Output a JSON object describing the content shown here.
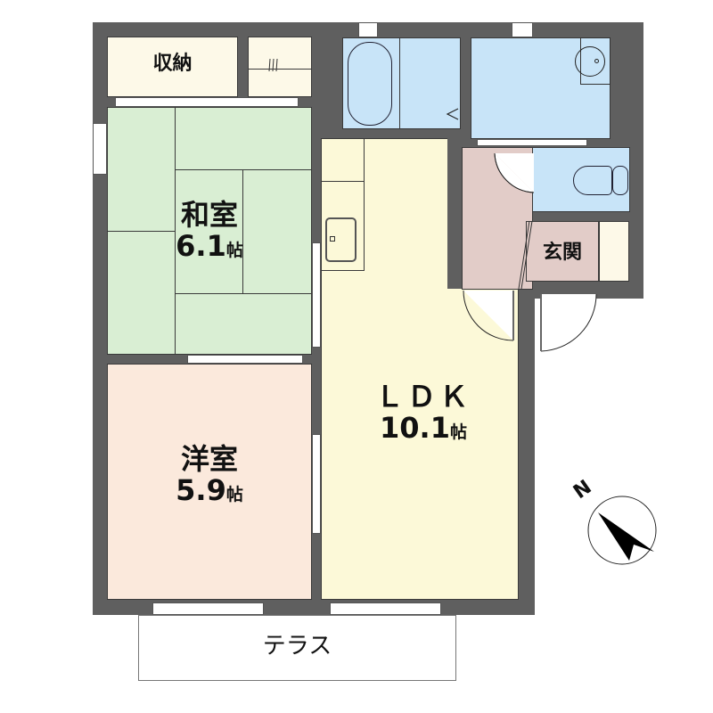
{
  "floorplan": {
    "rooms": {
      "storage": {
        "label": "収納"
      },
      "washitsu": {
        "name": "和室",
        "size": "6.1",
        "unit": "帖"
      },
      "youshitsu": {
        "name": "洋室",
        "size": "5.9",
        "unit": "帖"
      },
      "ldk": {
        "name": "ＬＤＫ",
        "size": "10.1",
        "unit": "帖"
      },
      "genkan": {
        "label": "玄関"
      },
      "terrace": {
        "label": "テラス"
      }
    },
    "compass": {
      "label": "N"
    },
    "colors": {
      "wall": "#5f5f5f",
      "washitsu": "#d9eed3",
      "youshitsu": "#fbe9dc",
      "ldk": "#fcf9d8",
      "wet_area": "#c8e4f8",
      "genkan": "#e2ccc8",
      "storage": "#fdf9e8"
    }
  }
}
